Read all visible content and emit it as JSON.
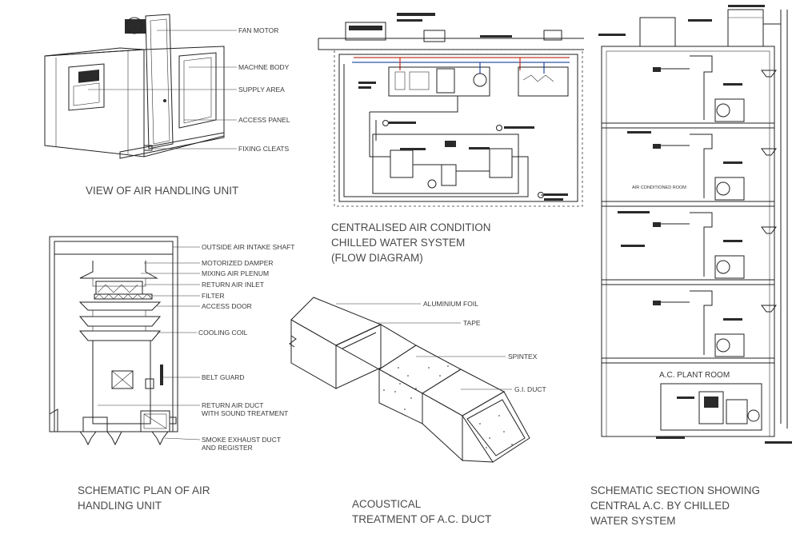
{
  "ahu_view": {
    "labels": [
      "FAN MOTOR",
      "MACHNE BODY",
      "SUPPLY AREA",
      "ACCESS PANEL",
      "FIXING CLEATS"
    ],
    "caption": "VIEW OF AIR HANDLING UNIT"
  },
  "flow_diagram": {
    "caption_lines": [
      "CENTRALISED AIR CONDITION",
      "CHILLED WATER SYSTEM",
      " (FLOW DIAGRAM)"
    ]
  },
  "plan": {
    "labels": [
      "OUTSIDE AIR INTAKE SHAFT",
      "MOTORIZED DAMPER",
      "MIXING AIR PLENUM",
      "RETURN AIR INLET",
      "FILTER",
      "ACCESS DOOR",
      "COOLING COIL",
      "BELT GUARD",
      "RETURN AIR DUCT",
      "WITH SOUND TREATMENT",
      "SMOKE EXHAUST DUCT",
      "AND REGISTER"
    ],
    "caption_lines": [
      "SCHEMATIC PLAN OF AIR",
      " HANDLING UNIT"
    ]
  },
  "duct": {
    "labels": [
      "ALUMINIUM FOIL",
      "TAPE",
      "SPINTEX",
      "G.I. DUCT"
    ],
    "caption_lines": [
      "ACOUSTICAL",
      "TREATMENT OF A.C. DUCT"
    ]
  },
  "section": {
    "room_label": "AIR CONDITIONED ROOM",
    "plant_room_label": "A.C. PLANT ROOM",
    "caption_lines": [
      "SCHEMATIC SECTION SHOWING",
      " CENTRAL A.C. BY CHILLED",
      " WATER SYSTEM"
    ]
  }
}
